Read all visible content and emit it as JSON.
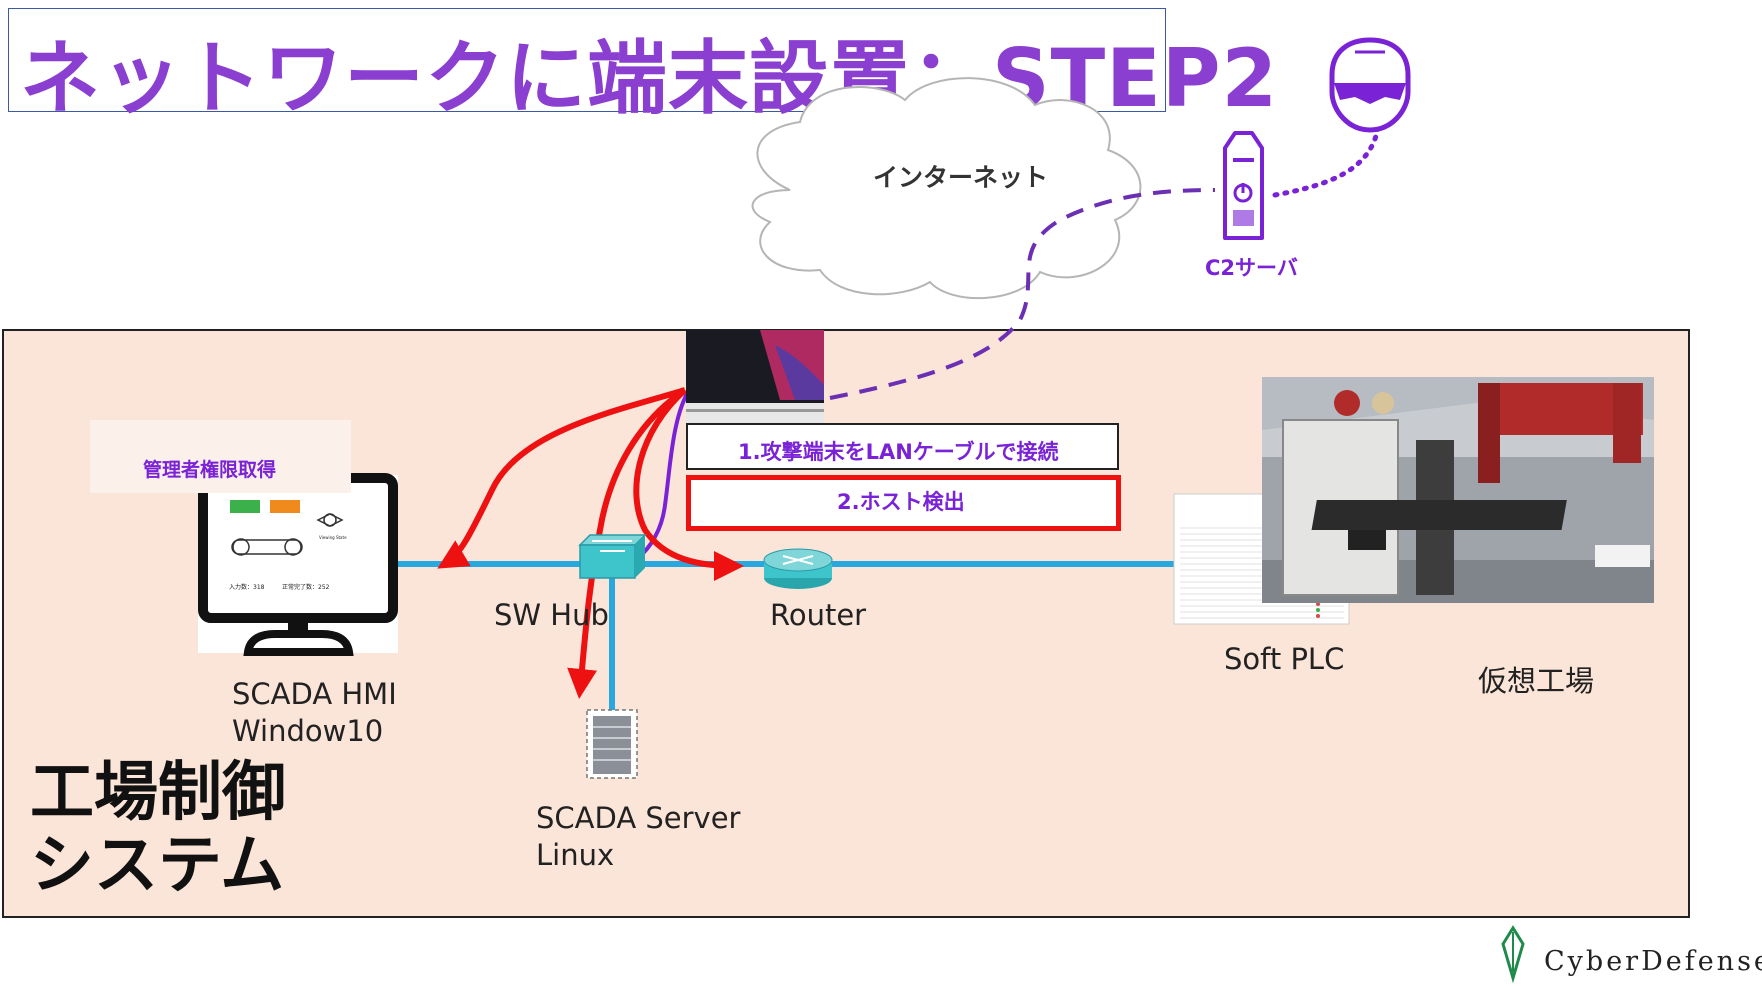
{
  "title": "ネットワークに端末設置：STEP2",
  "cloud": {
    "label": "インターネット"
  },
  "c2": {
    "label": "C2サーバ"
  },
  "admin": {
    "label": "管理者権限取得"
  },
  "steps": {
    "step1": "1.攻撃端末をLANケーブルで接続",
    "step2": "2.ホスト検出"
  },
  "nodes": {
    "sw_hub": "SW Hub",
    "router": "Router",
    "hmi_line1": "SCADA HMI",
    "hmi_line2": "Window10",
    "server_line1": "SCADA Server",
    "server_line2": "Linux",
    "soft_plc": "Soft PLC",
    "factory": "仮想工場"
  },
  "hmi_screen": {
    "input_count": "入力数：318",
    "done_count": "正常完了数：252",
    "sensor_label": "Viewing State"
  },
  "system": {
    "line1": "工場制御",
    "line2": "システム"
  },
  "brand": {
    "name": "CyberDefense"
  },
  "colors": {
    "title_purple": "#8a3fd0",
    "label_purple": "#7a22d6",
    "attack_red": "#ee1111",
    "link_cyan": "#29a8e0",
    "c2_dash": "#6b2fb3",
    "system_bg": "#fbe4d8"
  },
  "icons": [
    "laptop-icon",
    "hacker-icon",
    "server-tower-icon",
    "monitor-icon",
    "switch-icon",
    "router-icon",
    "rack-server-icon",
    "cloud-icon",
    "brand-logo-icon"
  ]
}
